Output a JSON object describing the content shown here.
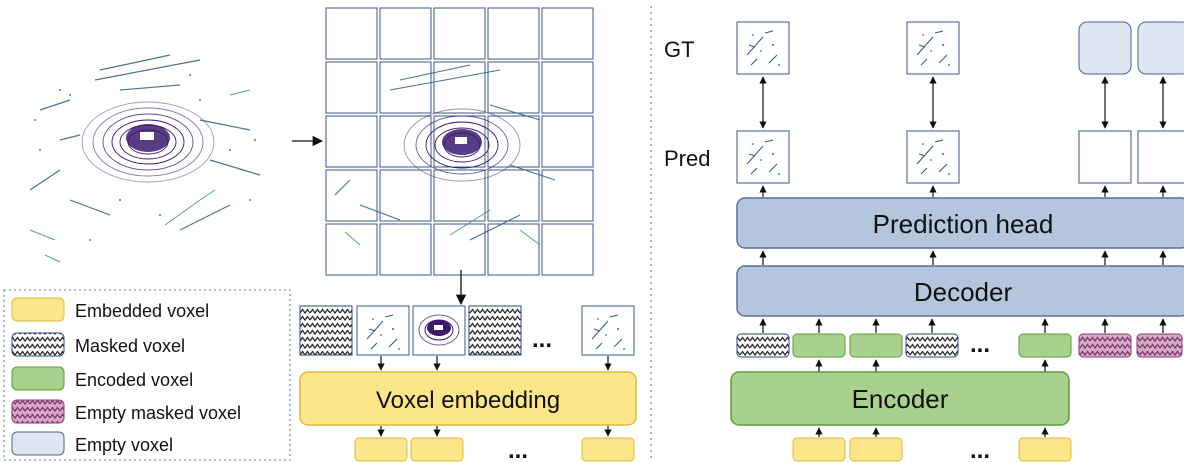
{
  "legend": {
    "embedded": "Embedded voxel",
    "masked": "Masked voxel",
    "encoded": "Encoded voxel",
    "empty_masked": "Empty masked voxel",
    "empty": "Empty voxel"
  },
  "left": {
    "voxel_embedding": "Voxel embedding",
    "ellipsis": "..."
  },
  "right": {
    "gt_label": "GT",
    "pred_label": "Pred",
    "prediction_head": "Prediction head",
    "decoder": "Decoder",
    "encoder": "Encoder",
    "ellipsis": "..."
  },
  "colors": {
    "embedded_fill": "#fde68a",
    "embedded_stroke": "#e0b83a",
    "encoded_fill": "#a9d18e",
    "encoded_stroke": "#5a9e3a",
    "empty_masked_fill": "#d7a9c7",
    "empty_masked_stroke": "#8a3b7a",
    "empty_fill": "#dde5f0",
    "empty_stroke": "#4a6591",
    "block_fill": "#b4c6de",
    "block_stroke": "#5a7196",
    "tile_stroke": "#3b5a8c",
    "lidar": "#3b1a6e"
  }
}
